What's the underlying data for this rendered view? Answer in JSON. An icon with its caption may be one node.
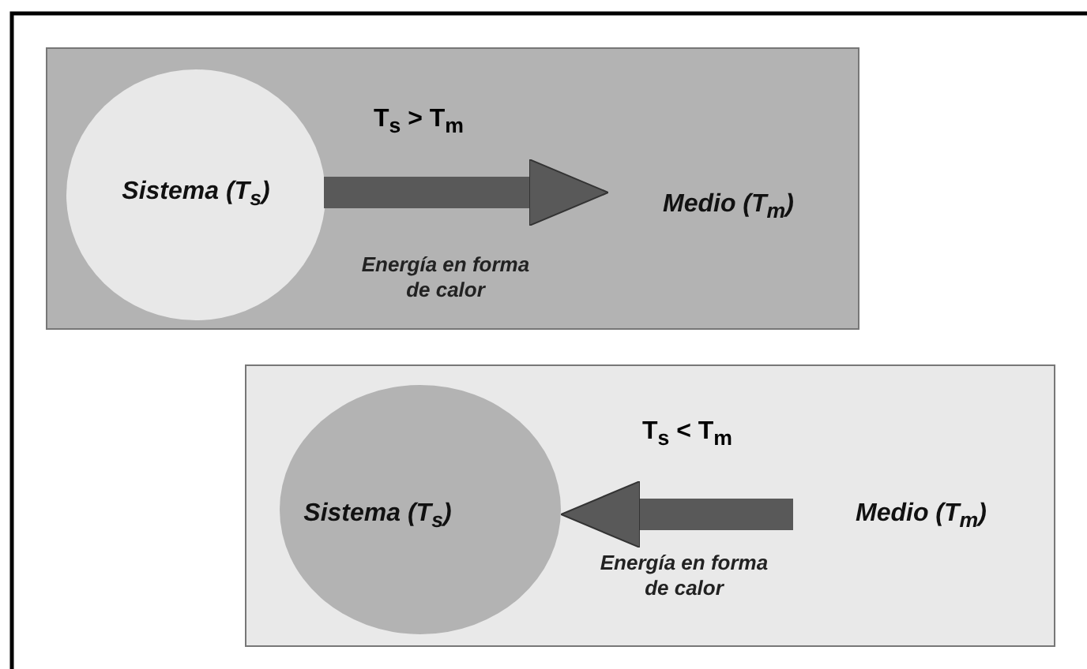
{
  "diagram": {
    "nodes": [
      {
        "text": [],
        "shape": "box"
      },
      {
        "text": [
          "Sistema (T$_{s}$)"
        ],
        "in": 0
      },
      {
        "text": [
          "Medio (T$_{m}$)"
        ],
        "in": 0
      },
      {
        "text": [],
        "shape": "box"
      },
      {
        "text": [
          "Sistema (T$_{s}$)"
        ],
        "in": 3
      },
      {
        "text": [
          "Medio (T$_{m}$)"
        ],
        "in": 3
      }
    ],
    "edges": [
      {
        "from": 1,
        "to": 2,
        "arrow": "to",
        "label": "Energía en forma de calor"
      },
      {
        "from": 5,
        "to": 4,
        "arrow": "to",
        "label": "Energía en forma de calor"
      }
    ],
    "labels": [
      "T$_{s}$ > T$_{m}$",
      "T$_{s}$ < T$_{m}$"
    ]
  }
}
